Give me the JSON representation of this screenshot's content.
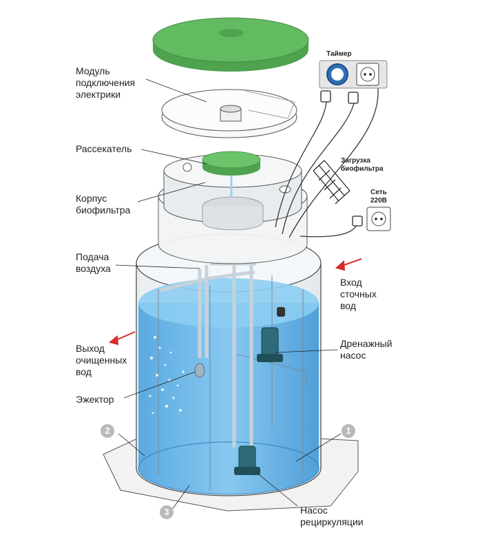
{
  "labels": {
    "module": "Модуль\nподключения\nэлектрики",
    "splitter": "Рассекатель",
    "biofilter_body": "Корпус\nбиофильтра",
    "air_supply": "Подача\nвоздуха",
    "outlet": "Выход\nочищенных\nвод",
    "ejector": "Эжектор",
    "inlet": "Вход\nсточных\nвод",
    "drain_pump": "Дренажный\nнасос",
    "recirc_pump": "Насос\nрециркуляции",
    "timer": "Таймер",
    "biofilter_load": "Загрузка\nбиофильтра",
    "mains": "Сеть\n220В"
  },
  "badges": {
    "one": "1",
    "two": "2",
    "three": "3"
  },
  "colors": {
    "lid_green": "#5bb95a",
    "water_blue": "#5db0e6",
    "arrow_red": "#d92b2b",
    "badge_gray": "#b9b9b9"
  },
  "icons": [
    "timer-icon",
    "socket-icon",
    "plug-icon",
    "arrow-icon"
  ]
}
